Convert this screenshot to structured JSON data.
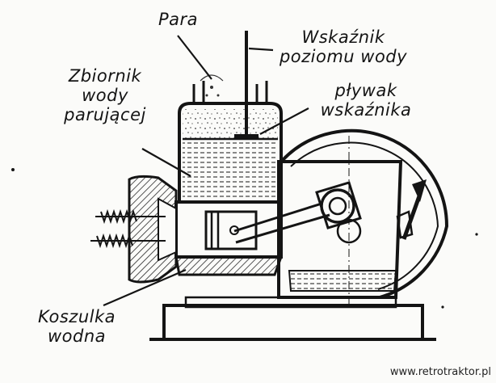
{
  "labels": {
    "para": "Para",
    "wskaznik_line1": "Wskaźnik",
    "wskaznik_line2": "poziomu wody",
    "zbiornik_line1": "Zbiornik",
    "zbiornik_line2": "wody",
    "zbiornik_line3": "parującej",
    "plywak_line1": "pływak",
    "plywak_line2": "wskaźnika",
    "koszulka_line1": "Koszulka",
    "koszulka_line2": "wodna"
  },
  "watermark": "www.retrotraktor.pl",
  "colors": {
    "ink": "#141414",
    "paper": "#fbfbf9",
    "water_hatch": "#3a3a3a"
  }
}
